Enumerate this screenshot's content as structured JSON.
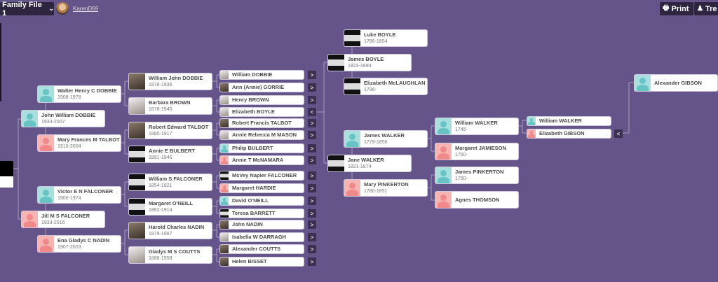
{
  "header": {
    "family_file": "Family File 1",
    "username": "KarenD59",
    "print_label": "Print",
    "tree_label": "Tre"
  },
  "colors": {
    "background": "#65548a",
    "button": "#2e2541",
    "male": "#a9dfdf",
    "female": "#f8b3b3"
  },
  "people": {
    "john": {
      "name": "John William DOBBIE",
      "dates": "1933-2007",
      "avatar": "male"
    },
    "jill": {
      "name": "Jill M S FALCONER",
      "dates": "1933-2016",
      "avatar": "female"
    },
    "walter": {
      "name": "Walter Henry C DOBBIE",
      "dates": "1908-1978",
      "avatar": "male"
    },
    "maryf": {
      "name": "Mary Frances M TALBOT",
      "dates": "1910-2004",
      "avatar": "female"
    },
    "victor": {
      "name": "Victor E N FALCONER",
      "dates": "1900-1974",
      "avatar": "male"
    },
    "ena": {
      "name": "Ena Gladys C NADIN",
      "dates": "1907-2003",
      "avatar": "female"
    },
    "wjd": {
      "name": "William John DOBBIE",
      "dates": "1876-1936",
      "avatar": "photo"
    },
    "barbara": {
      "name": "Barbara BROWN",
      "dates": "1878-1945",
      "avatar": "photo-light"
    },
    "robert": {
      "name": "Robert Edward TALBOT",
      "dates": "1880-1917",
      "avatar": "photo"
    },
    "anniee": {
      "name": "Annie E BULBERT",
      "dates": "1891-1946",
      "avatar": "photo-dark"
    },
    "williams": {
      "name": "William S FALCONER",
      "dates": "1854-1921",
      "avatar": "photo-dark"
    },
    "margaret": {
      "name": "Margaret O'NEILL",
      "dates": "1862-1914",
      "avatar": "photo-dark"
    },
    "harold": {
      "name": "Harold Charles NADIN",
      "dates": "1879-1967",
      "avatar": "photo"
    },
    "gladys": {
      "name": "Gladys M S COUTTS",
      "dates": "1886-1958",
      "avatar": "photo-light"
    },
    "luke": {
      "name": "Luke BOYLE",
      "dates": "1786-1854",
      "avatar": "photo-dark"
    },
    "jamesb": {
      "name": "James BOYLE",
      "dates": "1823-1894",
      "avatar": "photo-dark"
    },
    "elizmc": {
      "name": "Elizabeth McLAUGHLAN",
      "dates": "1796-",
      "avatar": "photo-dark"
    },
    "jamesw": {
      "name": "James WALKER",
      "dates": "1779-1856",
      "avatar": "male"
    },
    "jane": {
      "name": "Jane WALKER",
      "dates": "1821-1874",
      "avatar": "photo-dark"
    },
    "marypk": {
      "name": "Mary PINKERTON",
      "dates": "1780-1851",
      "avatar": "female"
    },
    "williamw": {
      "name": "William WALKER",
      "dates": "1745-",
      "avatar": "male"
    },
    "margj": {
      "name": "Margaret JAMIESON",
      "dates": "1750-",
      "avatar": "female"
    },
    "jamesp": {
      "name": "James PINKERTON",
      "dates": "1750-",
      "avatar": "male"
    },
    "agnes": {
      "name": "Agnes THOMSON",
      "dates": "",
      "avatar": "female"
    },
    "alex": {
      "name": "Alexander GIBSON",
      "dates": "",
      "avatar": "male"
    },
    "williamw2": {
      "name": "William WALKER",
      "avatar": "male",
      "nav": "<"
    },
    "elizg": {
      "name": "Elizabeth GIBSON",
      "avatar": "female",
      "nav": "<"
    }
  },
  "great_grandparents": [
    {
      "name": "William DOBBIE",
      "avatar": "photo-light",
      "nav": ">"
    },
    {
      "name": "Ann (Annie) GORRIE",
      "avatar": "photo",
      "nav": ">"
    },
    {
      "name": "Henry BROWN",
      "avatar": "photo-light",
      "nav": ">"
    },
    {
      "name": "Elizabeth BOYLE",
      "avatar": "photo-light",
      "nav": "<"
    },
    {
      "name": "Robert Francis TALBOT",
      "avatar": "photo",
      "nav": ">"
    },
    {
      "name": "Annie Rebecca M MASON",
      "avatar": "photo-light",
      "nav": ">"
    },
    {
      "name": "Philip BULBERT",
      "avatar": "male",
      "nav": ">"
    },
    {
      "name": "Annie T McNAMARA",
      "avatar": "female",
      "nav": ">"
    },
    {
      "name": "McVey Napier FALCONER",
      "avatar": "photo-dark",
      "nav": ">"
    },
    {
      "name": "Margaret HARDIE",
      "avatar": "female",
      "nav": ">"
    },
    {
      "name": "David O'NEILL",
      "avatar": "male",
      "nav": ">"
    },
    {
      "name": "Teresa BARRETT",
      "avatar": "photo-dark",
      "nav": ">"
    },
    {
      "name": "John NADIN",
      "avatar": "photo",
      "nav": ">"
    },
    {
      "name": "Isabella W DARRAGH",
      "avatar": "photo-light",
      "nav": ">"
    },
    {
      "name": "Alexander COUTTS",
      "avatar": "photo",
      "nav": ">"
    },
    {
      "name": "Helen BISSET",
      "avatar": "photo",
      "nav": ">"
    }
  ]
}
